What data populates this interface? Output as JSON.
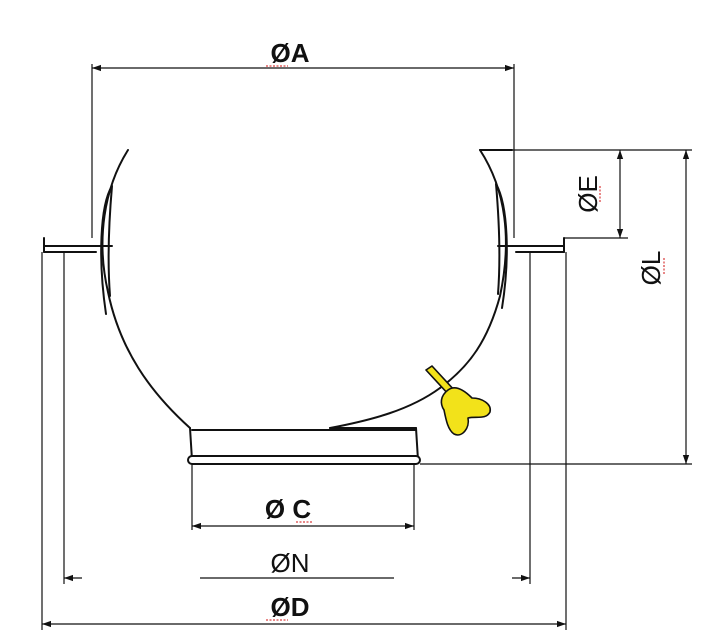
{
  "dimensions": {
    "A": "ØA",
    "C": "Ø C",
    "N": "ØN",
    "D": "ØD",
    "E": "ØE",
    "L": "ØL"
  },
  "colors": {
    "line": "#111111",
    "clamp_handle": "#f2e21a",
    "spellcheck_underline": "#d01010"
  }
}
